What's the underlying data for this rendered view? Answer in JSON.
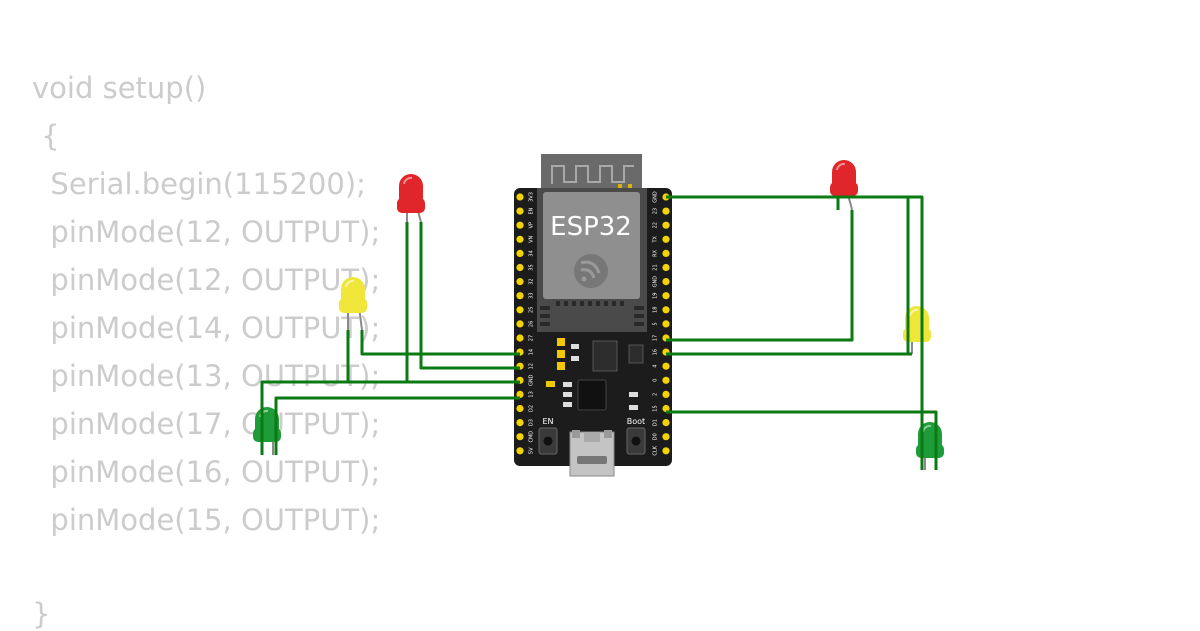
{
  "code": {
    "lines": [
      "void setup()",
      " {",
      "  Serial.begin(115200);",
      "  pinMode(12, OUTPUT);",
      "  pinMode(12, OUTPUT);",
      "  pinMode(14, OUTPUT);",
      "  pinMode(13, OUTPUT);",
      "  pinMode(17, OUTPUT);",
      "  pinMode(16, OUTPUT);",
      "  pinMode(15, OUTPUT);",
      "",
      "}"
    ]
  },
  "board": {
    "label": "ESP32",
    "left_pins": [
      "3V3",
      "EN",
      "VP",
      "VN",
      "34",
      "35",
      "32",
      "33",
      "25",
      "26",
      "27",
      "14",
      "12",
      "GND",
      "13",
      "D2",
      "D3",
      "CMD",
      "5V"
    ],
    "right_pins": [
      "GND",
      "23",
      "22",
      "TX",
      "RX",
      "21",
      "GND",
      "19",
      "18",
      "5",
      "17",
      "16",
      "4",
      "0",
      "2",
      "15",
      "D1",
      "D0",
      "CLK"
    ],
    "en_label": "EN",
    "boot_label": "Boot"
  },
  "leds": [
    {
      "name": "red",
      "color": "#e0262a"
    },
    {
      "name": "yellow",
      "color": "#f0e63a"
    },
    {
      "name": "green",
      "color": "#1f9c3a"
    },
    {
      "name": "red",
      "color": "#e0262a"
    },
    {
      "name": "yellow",
      "color": "#f0e63a"
    },
    {
      "name": "green",
      "color": "#1f9c3a"
    }
  ],
  "colors": {
    "wire": "#0a7a12",
    "board": "#1c1c1c",
    "pin": "#f3d400",
    "code_text": "#cccccc"
  }
}
